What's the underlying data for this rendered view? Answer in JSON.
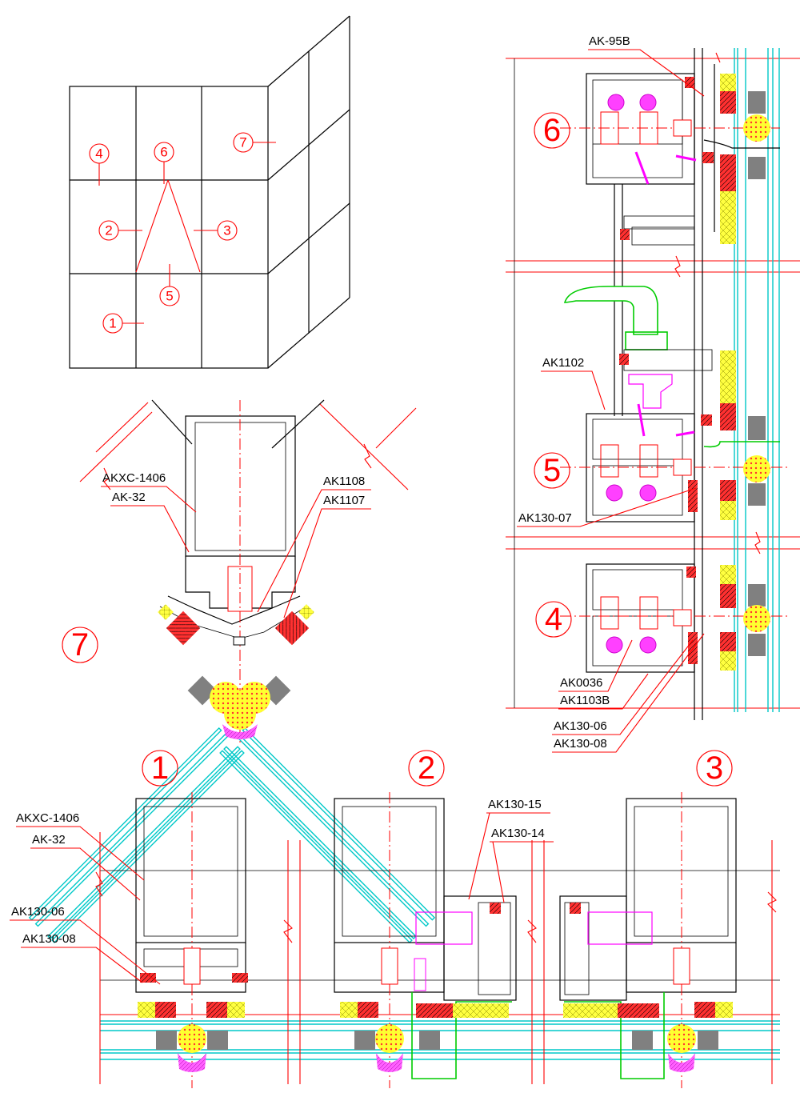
{
  "keymap": {
    "markers": [
      "1",
      "2",
      "3",
      "4",
      "5",
      "6",
      "7"
    ]
  },
  "details": {
    "d1": "1",
    "d2": "2",
    "d3": "3",
    "d4": "4",
    "d5": "5",
    "d6": "6",
    "d7": "7"
  },
  "labels": {
    "ak95b": "AK-95B",
    "ak1102": "AK1102",
    "ak130_07": "AK130-07",
    "ak0036": "AK0036",
    "ak1103b": "AK1103B",
    "ak130_06_right": "AK130-06",
    "ak130_08_right": "AK130-08",
    "akxc1406_d7": "AKXC-1406",
    "ak32_d7": "AK-32",
    "ak1108": "AK1108",
    "ak1107": "AK1107",
    "akxc1406_d1": "AKXC-1406",
    "ak32_d1": "AK-32",
    "ak130_06_d1": "AK130-06",
    "ak130_08_d1": "AK130-08",
    "ak130_15": "AK130-15",
    "ak130_14": "AK130-14"
  },
  "colors": {
    "line": "#000000",
    "dimension": "#ff0000",
    "glass": "#00c8c8",
    "gasket": "#ff00ff",
    "spacer": "#ffff00",
    "handle": "#00cc00"
  }
}
